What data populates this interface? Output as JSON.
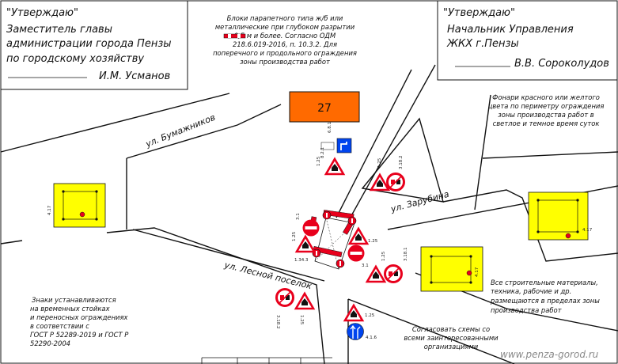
{
  "approval_left": {
    "lines": [
      "\"Утверждаю\"",
      "Заместитель главы",
      "администрации города Пензы",
      "по городскому хозяйству"
    ],
    "signer": "И.М. Усманов"
  },
  "approval_right": {
    "lines": [
      "\"Утверждаю\"",
      "Начальник Управления",
      "ЖКХ г.Пензы"
    ],
    "signer": "В.В. Сороколудов"
  },
  "notes": {
    "blocks": [
      "Блоки парапетного типа ж/б или",
      "металлические при глубоком разрытии",
      "0,5 м и более. Согласно ОДМ",
      "218.6.019-2016, п. 10.3.2. Для",
      "поперечного и продольного ограждения",
      "зоны производства работ"
    ],
    "lanterns": [
      "Фонари красного или желтого",
      "цвета по периметру ограждения",
      "зоны производства работ в",
      "светлое и темное время суток"
    ],
    "materials": [
      "Все строительные материалы,",
      "техника, рабочие и др.",
      "размещаются в пределах зоны",
      "производства работ"
    ],
    "signs": [
      "Знаки устанавливаются",
      "на временных стойках",
      "и переносных ограждениях",
      "в соответствии с",
      "ГОСТ Р 52289-2019 и ГОСТ Р",
      "52290-2004"
    ],
    "agree": [
      "Согласовать схемы со",
      "всеми заинтересованными",
      "организациями"
    ]
  },
  "streets": {
    "bumazhnikov": "ул. Бумажников",
    "zarubina": "ул. Зарубина",
    "lesnoy": "ул. Лесной поселок"
  },
  "building_number": "27",
  "watermark": "www.penza-gorod.ru",
  "sign_codes": {
    "s_6_8_1": "6.8.1",
    "s_1_25_top": "1.25",
    "s_8_2_1": "8.2.1",
    "s_1_25_a": "1.25",
    "s_3_18_2_a": "3.18.2",
    "s_3_1": "3.1",
    "s_1_25_b": "1.25",
    "s_1_25_c": "1.25",
    "s_1_34_3": "1.34.3",
    "s_3_1_b": "3.1",
    "s_1_25_d": "1.25",
    "s_3_18_1": "3.18.1",
    "s_3_18_2_b": "3.18.2",
    "s_1_25_e": "1.25",
    "s_1_25_f": "1.25",
    "s_4_1_6": "4.1.6",
    "s_4_17_a": "4.17",
    "s_4_17_b": "4.17",
    "s_4_17_c": "4.17"
  },
  "colors": {
    "building": "#ff6a00",
    "work_zone": "#ffff00",
    "sign_red": "#e8001c",
    "sign_blue": "#0044ee",
    "sign_yellow": "#ffe800"
  }
}
